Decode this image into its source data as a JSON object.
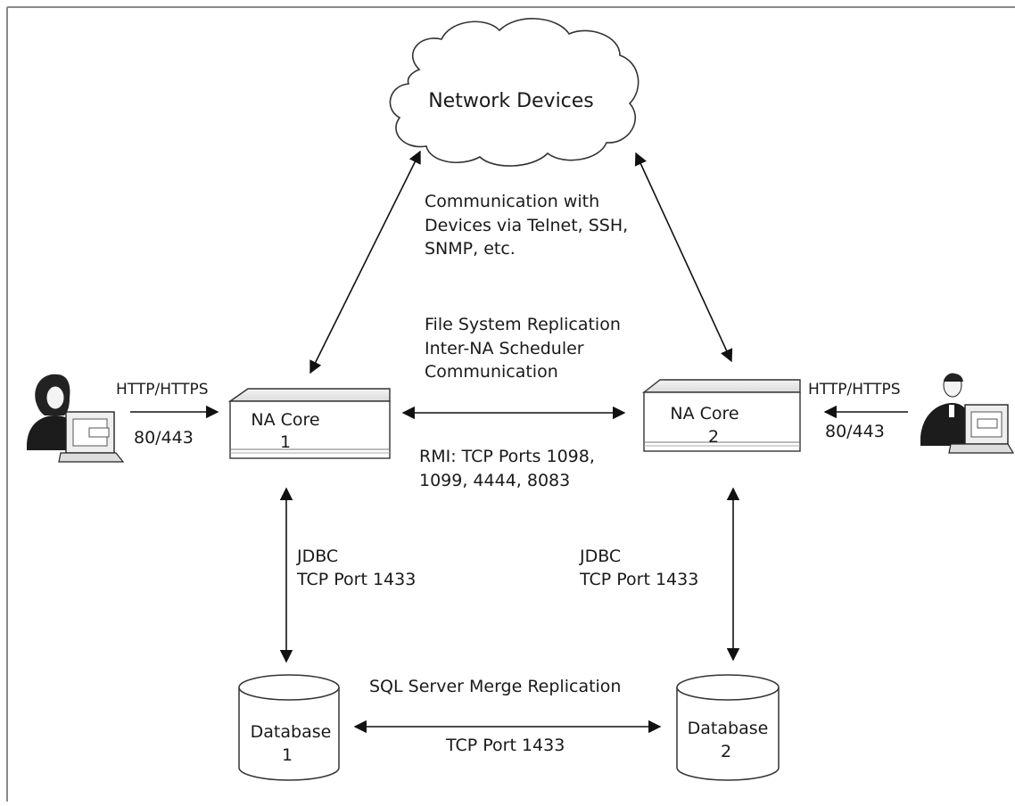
{
  "cloud": {
    "label": "Network Devices"
  },
  "device_comm": {
    "line1": "Communication with",
    "line2": "Devices via Telnet, SSH,",
    "line3": "SNMP, etc."
  },
  "replication": {
    "line1": "File System Replication",
    "line2": "Inter-NA Scheduler",
    "line3": "Communication"
  },
  "rmi": {
    "line1": "RMI: TCP Ports 1098,",
    "line2": "1099, 4444, 8083"
  },
  "core1": {
    "line1": "NA Core",
    "line2": "1"
  },
  "core2": {
    "line1": "NA Core",
    "line2": "2"
  },
  "user_left": {
    "protocol": "HTTP/HTTPS",
    "ports": "80/443"
  },
  "user_right": {
    "protocol": "HTTP/HTTPS",
    "ports": "80/443"
  },
  "jdbc_left": {
    "line1": "JDBC",
    "line2": "TCP Port 1433"
  },
  "jdbc_right": {
    "line1": "JDBC",
    "line2": "TCP Port 1433"
  },
  "db1": {
    "line1": "Database",
    "line2": "1"
  },
  "db2": {
    "line1": "Database",
    "line2": "2"
  },
  "sql_merge": {
    "label": "SQL Server Merge Replication",
    "port": "TCP Port 1433"
  }
}
